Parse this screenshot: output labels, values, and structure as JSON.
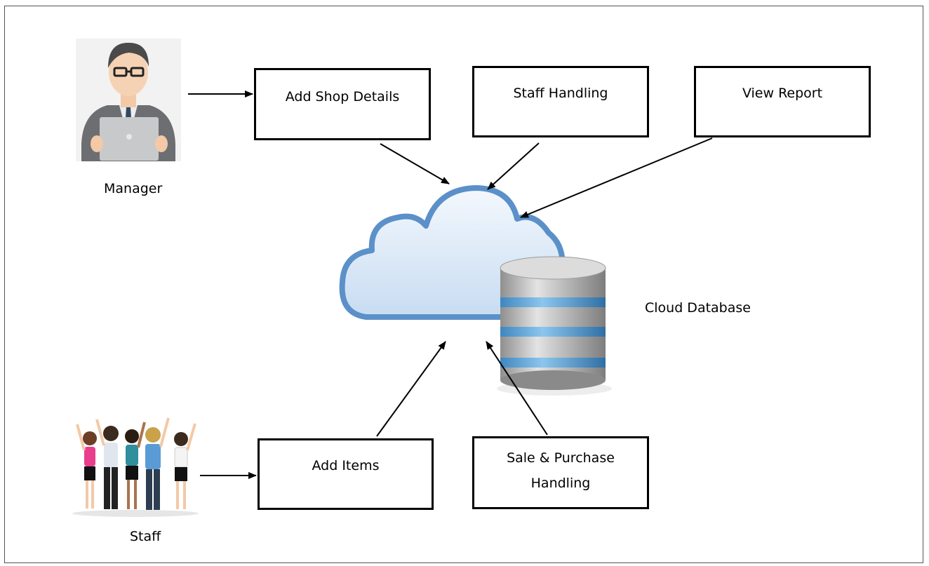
{
  "actors": {
    "manager": {
      "label": "Manager"
    },
    "staff": {
      "label": "Staff"
    }
  },
  "boxes": {
    "add_shop_details": "Add Shop Details",
    "staff_handling": "Staff Handling",
    "view_report": "View Report",
    "add_items": "Add Items",
    "sale_purchase_line1": "Sale & Purchase",
    "sale_purchase_line2": "Handling"
  },
  "cloud": {
    "label": "Cloud Database"
  },
  "colors": {
    "cloud_fill": "#dbeaf8",
    "cloud_stroke": "#5b90c9",
    "db_body": "#b8b8b8",
    "db_band": "#6aa9d8"
  },
  "icons": [
    "manager-icon",
    "staff-group-icon",
    "cloud-icon",
    "database-icon"
  ]
}
